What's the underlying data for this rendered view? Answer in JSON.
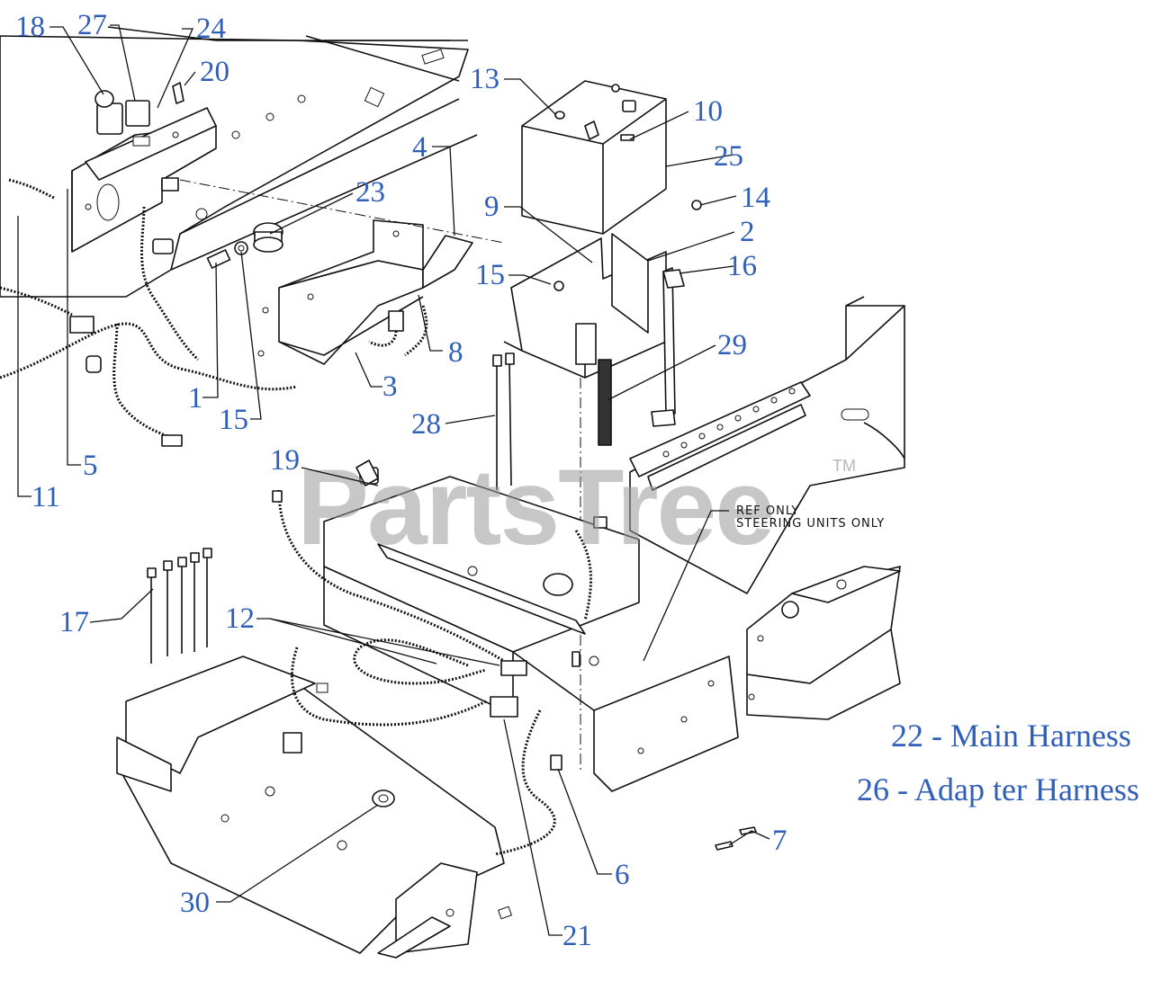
{
  "watermark": "PartsTree",
  "trademark": "TM",
  "reference_note": {
    "line1": "REF ONLY",
    "line2": "STEERING UNITS ONLY"
  },
  "callouts": [
    "18",
    "27",
    "24",
    "20",
    "13",
    "10",
    "25",
    "4",
    "23",
    "9",
    "14",
    "2",
    "16",
    "15",
    "8",
    "3",
    "1",
    "15",
    "29",
    "28",
    "5",
    "11",
    "19",
    "17",
    "12",
    "22",
    "26",
    "7",
    "6",
    "30",
    "21"
  ],
  "legend": {
    "main_harness": "22 - Main Harness",
    "adapter_harness": "26 - Adap ter Harness"
  }
}
